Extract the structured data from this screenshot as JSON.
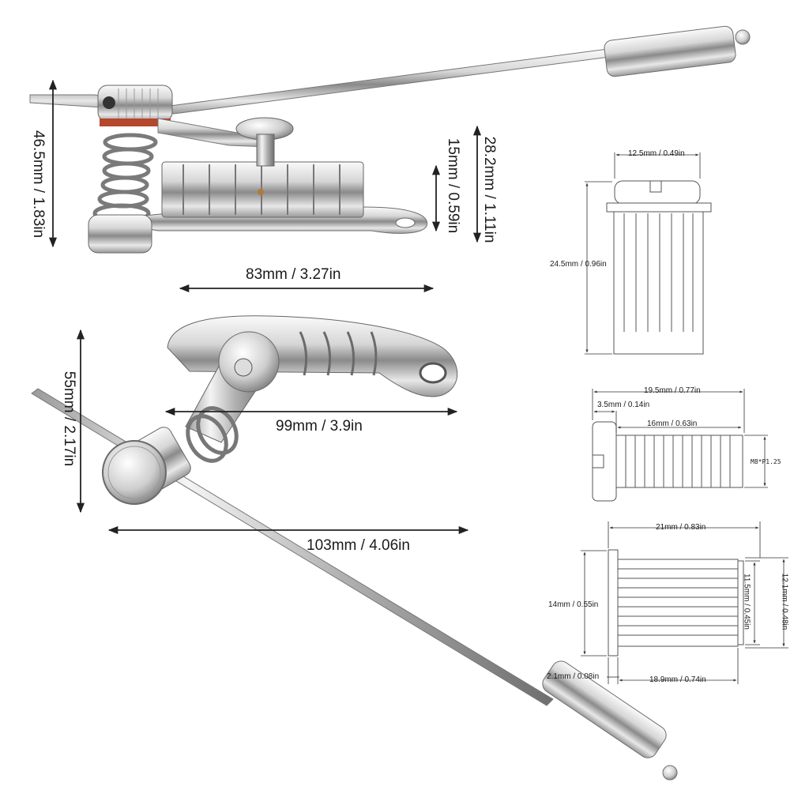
{
  "colors": {
    "chrome_light": "#f4f4f4",
    "chrome_mid": "#c8c8c8",
    "chrome_dark": "#7a7a7a",
    "washer_red": "#b5472c",
    "line": "#222222",
    "drawing": "#555555"
  },
  "product_dimensions": {
    "top_height": "46.5mm / 1.83in",
    "top_length": "83mm / 3.27in",
    "top_bridge_height": "15mm / 0.59in",
    "top_total_height": "28.2mm / 1.11in",
    "bottom_height": "55mm / 2.17in",
    "bottom_width": "99mm / 3.9in",
    "bottom_length": "103mm / 4.06in"
  },
  "screw_drawing": {
    "head_width": "12.5mm / 0.49in",
    "height": "24.5mm / 0.96in"
  },
  "bolt_drawing": {
    "total_length": "19.5mm / 0.77in",
    "head_length": "3.5mm / 0.14in",
    "thread_length": "16mm / 0.63in",
    "thread_spec": "M8*P1.25"
  },
  "sleeve_drawing": {
    "total_length": "21mm / 0.83in",
    "outer_height": "14mm / 0.55in",
    "inner_diameter": "11.5mm / 0.45in",
    "outer_diameter": "12.1mm / 0.48in",
    "flange_width": "2.1mm / 0.08in",
    "body_length": "18.9mm / 0.74in"
  }
}
